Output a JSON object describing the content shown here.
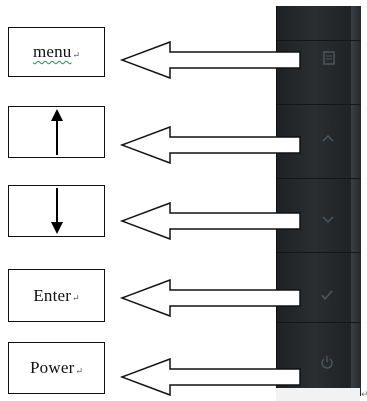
{
  "labels": {
    "menu": "menu",
    "up": "",
    "down": "",
    "enter": "Enter",
    "power": "Power"
  },
  "marks": {
    "return_glyph": "↵"
  },
  "icons": {
    "menu_key": "menu-square-icon",
    "up_key": "chevron-up-icon",
    "down_key": "chevron-down-icon",
    "enter_key": "checkmark-icon",
    "power_key": "power-icon",
    "up_arrow": "arrow-up-icon",
    "down_arrow": "arrow-down-icon"
  },
  "colors": {
    "panel": "#25292c",
    "border": "#111111",
    "pointer_outline": "#111111"
  }
}
